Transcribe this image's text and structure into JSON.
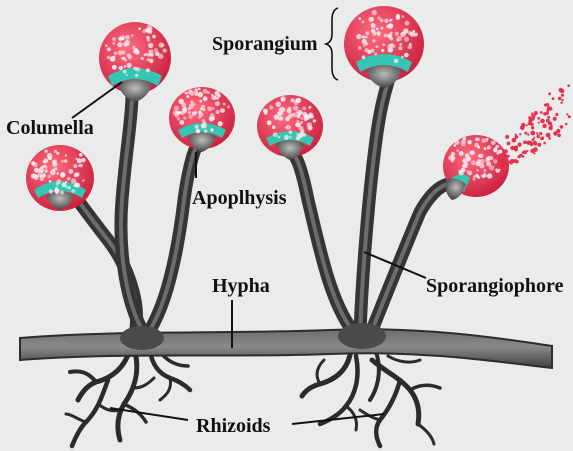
{
  "labels": {
    "sporangium": "Sporangium",
    "columella": "Columella",
    "apophysis": "Apoplhysis",
    "hypha": "Hypha",
    "sporangiophore": "Sporangiophore",
    "rhizoids": "Rhizoids"
  },
  "colors": {
    "background": "#e9ecea",
    "sporangium": "#e8314f",
    "spore": "#fbe9ee",
    "columella": "#33c6b2",
    "hypha": "#4d4d4d",
    "rhizoid": "#2b2b2b",
    "label": "#111111"
  }
}
